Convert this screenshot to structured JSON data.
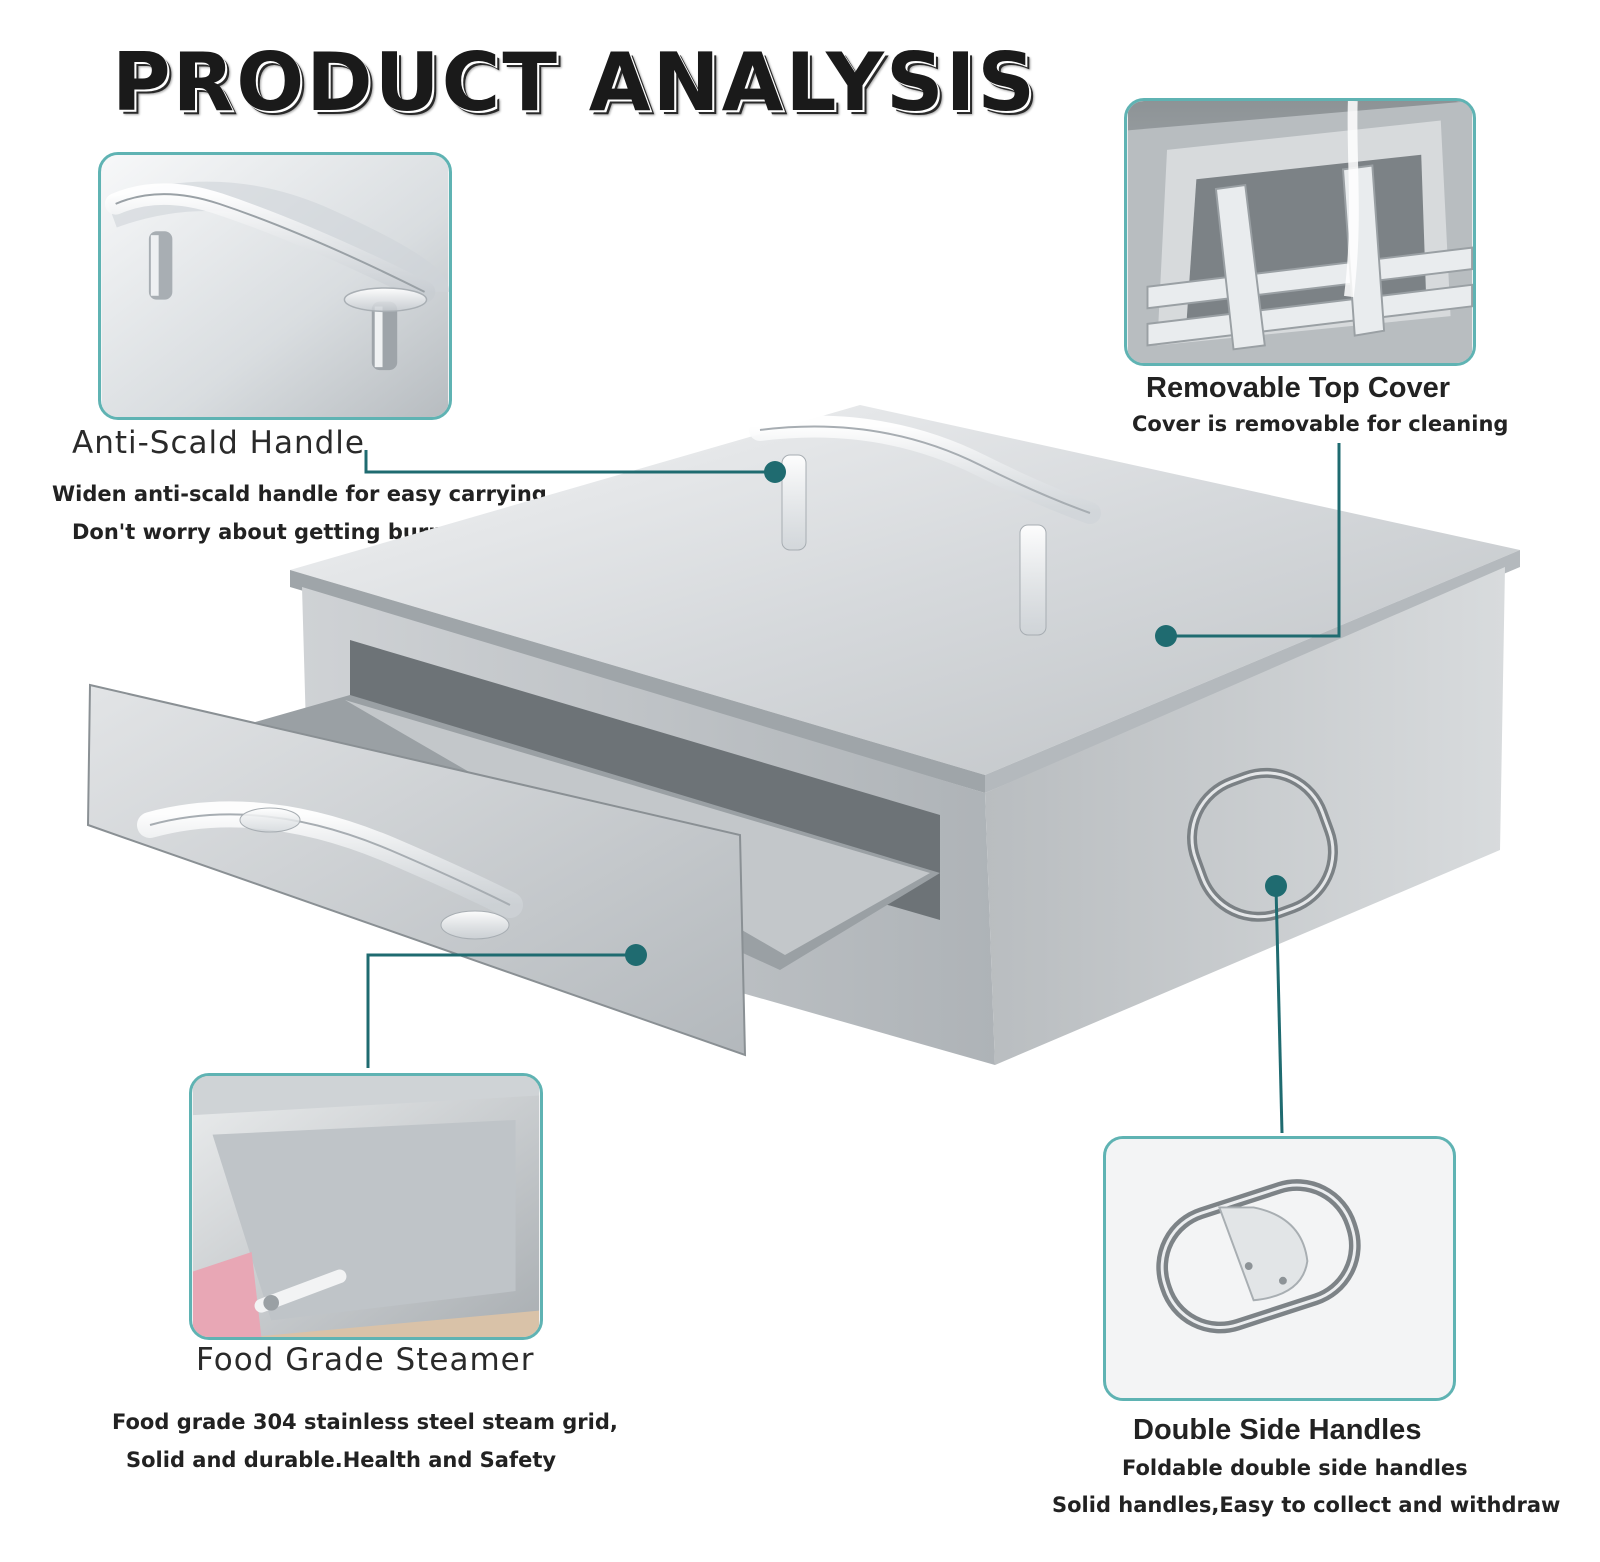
{
  "page": {
    "title": "PRODUCT ANALYSIS"
  },
  "features": {
    "anti_scald": {
      "title": "Anti-Scald Handle",
      "desc_line1": "Widen anti-scald handle for easy carrying.",
      "desc_line2": "Don't worry about getting burned"
    },
    "top_cover": {
      "title": "Removable Top Cover",
      "desc_line1": "Cover is removable for cleaning"
    },
    "food_grade": {
      "title": "Food Grade Steamer",
      "desc_line1": "Food grade 304 stainless steel steam grid,",
      "desc_line2": "Solid and durable.Health and Safety"
    },
    "side_handles": {
      "title": "Double Side Handles",
      "desc_line1": "Foldable double side handles",
      "desc_line2": "Solid handles,Easy to collect and withdraw"
    }
  },
  "colors": {
    "accent_teal": "#1f6b70",
    "frame_teal": "#5fb3b3",
    "steel": "#c9ccd0"
  }
}
